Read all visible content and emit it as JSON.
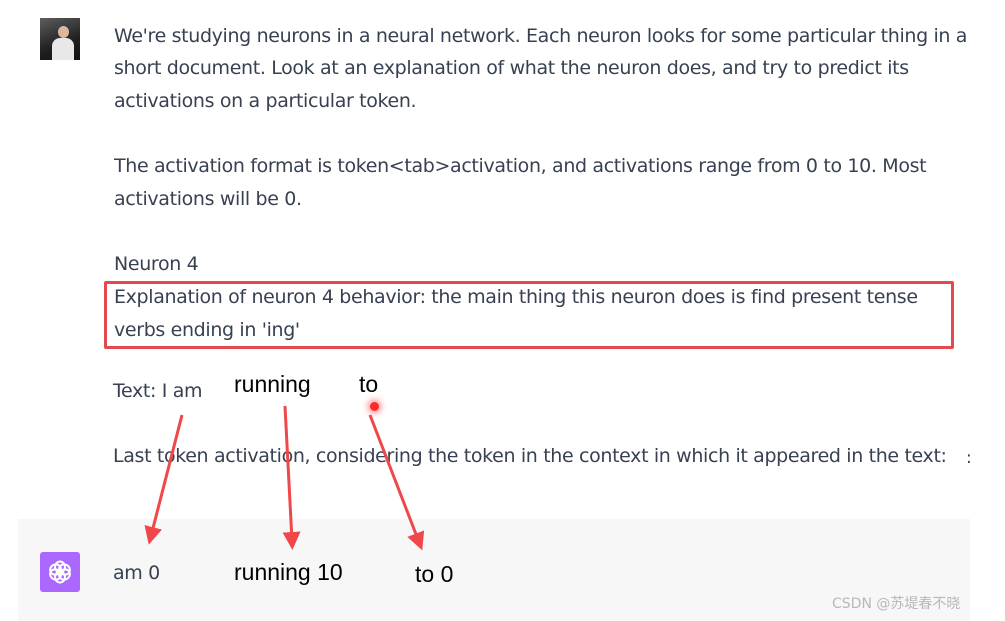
{
  "user_message": {
    "line1": "We're studying neurons in a neural network. Each neuron looks for some particular thing in a",
    "line2": "short document. Look at  an explanation of what the neuron does, and try to predict its",
    "line3": "activations on a particular token.",
    "line4": "The activation format is token<tab>activation, and activations range from 0 to 10. Most",
    "line5": "activations will be 0.",
    "neuron_label": "Neuron 4",
    "explanation_line1": "Explanation of neuron 4 behavior: the main thing this neuron does is find present tense",
    "explanation_line2": "verbs ending in 'ing'",
    "text_prefix": "Text: I am",
    "last_token_prompt": "Last token activation, considering the token in the context in which it appeared in the text:",
    "stray_char": ":"
  },
  "annotations": {
    "running": "running",
    "to": "to",
    "running_result": "running 10",
    "to_result": "to 0"
  },
  "assistant_message": {
    "text": "am 0"
  },
  "watermark": "CSDN @苏堤春不晓",
  "colors": {
    "highlight_border": "#e4494f",
    "arrow": "#f0474a",
    "assistant_bg": "#f7f7f8",
    "assistant_avatar": "#ab68ff",
    "text": "#374151"
  },
  "icons": {
    "user": "user-avatar-photo",
    "assistant": "chatgpt-logo-icon"
  }
}
